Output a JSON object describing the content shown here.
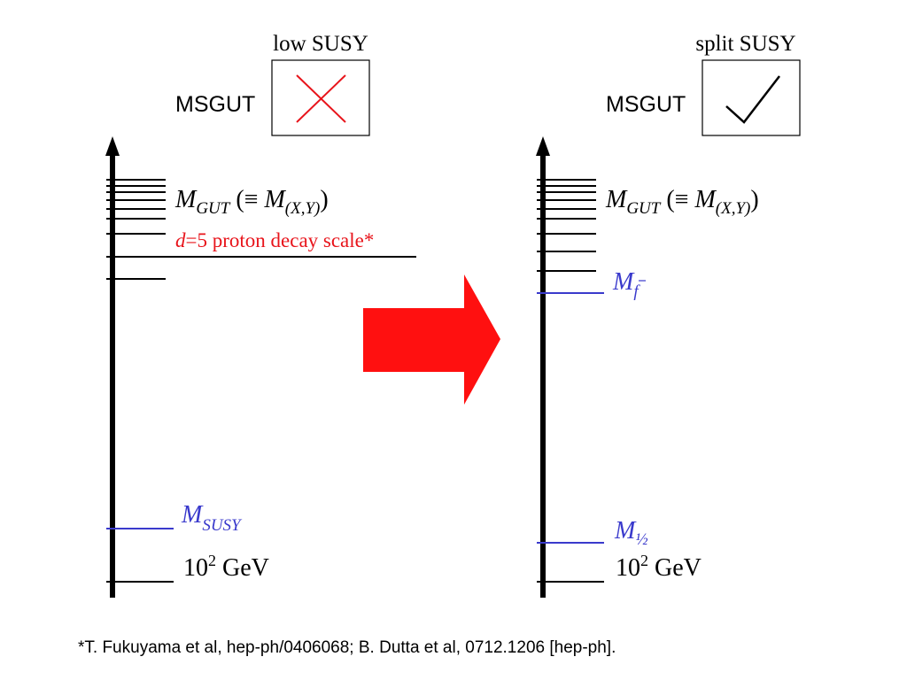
{
  "left_panel": {
    "box_title": "low SUSY",
    "model_label": "MSGUT",
    "verdict_icon": "cross-icon",
    "verdict_color": "#e8141b",
    "gut_label": {
      "M": "M",
      "sub": "GUT",
      "equiv": " (≡ ",
      "M2": "M",
      "sub2": "(X,Y)",
      "close": ")"
    },
    "proton_label": {
      "d": "d",
      "rest": "=5 proton decay scale*"
    },
    "susy_label": {
      "M": "M",
      "sub": "SUSY"
    },
    "low_scale": {
      "base": "10",
      "exp": "2",
      "unit": " GeV"
    }
  },
  "right_panel": {
    "box_title": "split SUSY",
    "model_label": "MSGUT",
    "verdict_icon": "checkmark-icon",
    "verdict_color": "#000000",
    "gut_label": {
      "M": "M",
      "sub": "GUT",
      "equiv": " (≡ ",
      "M2": "M",
      "sub2": "(X,Y)",
      "close": ")"
    },
    "fbar_label": {
      "M": "M",
      "sub": "f"
    },
    "half_label": {
      "M": "M",
      "sub": "½"
    },
    "low_scale": {
      "base": "10",
      "exp": "2",
      "unit": " GeV"
    }
  },
  "arrow": {
    "color": "#ff1010",
    "icon": "right-arrow-icon"
  },
  "colors": {
    "red": "#e8141b",
    "blue": "#3a3acc",
    "black": "#000000"
  },
  "footnote": "*T. Fukuyama et al, hep-ph/0406068; B. Dutta et al, 0712.1206 [hep-ph]."
}
